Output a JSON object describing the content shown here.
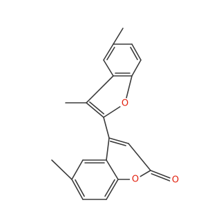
{
  "molecule": {
    "atom_colors": {
      "C": "#3a3a3a",
      "O": "#e2200e"
    },
    "heteroatom_labels": {
      "furan_oxygen": "O",
      "ring_oxygen": "O",
      "carbonyl_oxygen": "O"
    }
  }
}
